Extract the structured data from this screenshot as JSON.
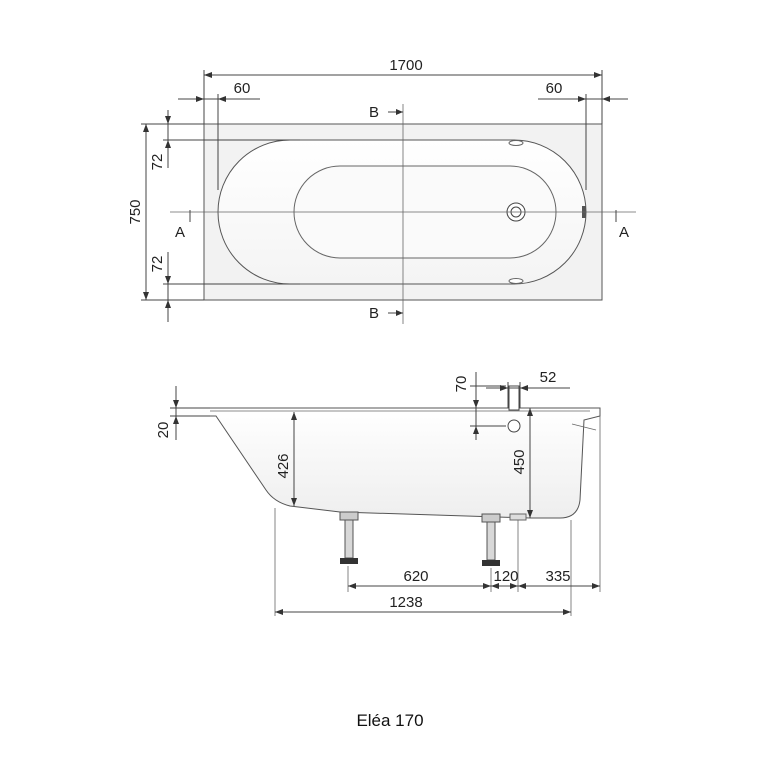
{
  "product": {
    "name": "Eléa 170"
  },
  "top_view": {
    "overall_length": "1700",
    "left_offset": "60",
    "right_offset": "60",
    "overall_width": "750",
    "top_margin": "72",
    "bottom_margin": "72",
    "section_b": "B",
    "section_a": "A"
  },
  "side_view": {
    "rim_thickness": "20",
    "inner_depth": "426",
    "overflow_offset": "70",
    "overflow_diameter": "52",
    "overflow_height": "450",
    "leg_spacing": "620",
    "drain_offset": "120",
    "end_offset": "335",
    "leg_span": "1238"
  }
}
